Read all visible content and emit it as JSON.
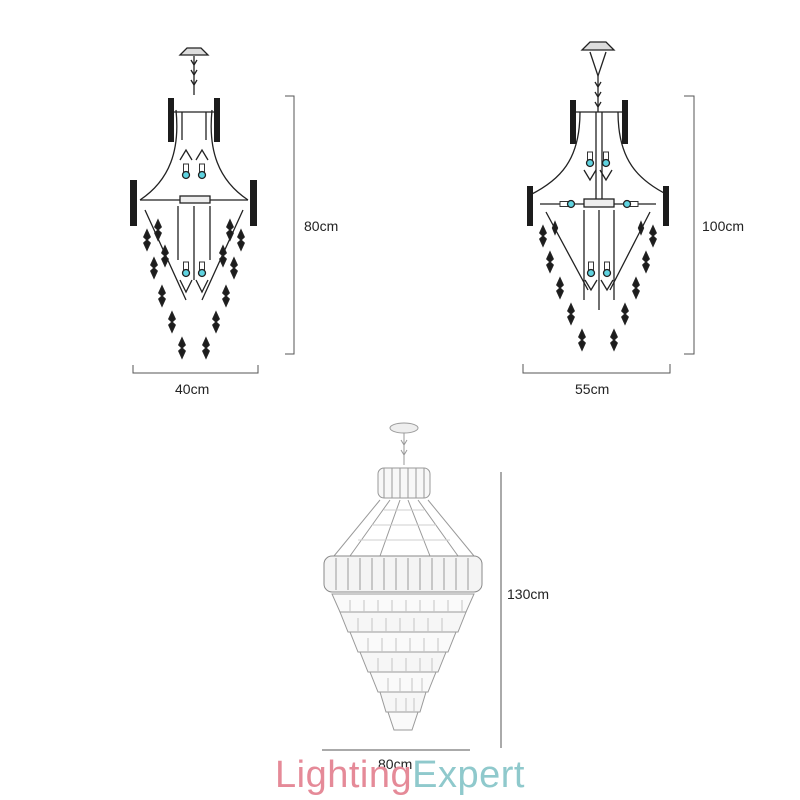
{
  "diagram": {
    "chandeliers": [
      {
        "width_label": "40cm",
        "height_label": "80cm"
      },
      {
        "width_label": "55cm",
        "height_label": "100cm"
      },
      {
        "width_label": "80cm",
        "height_label": "130cm"
      }
    ]
  },
  "brand": {
    "part1": "Lighting",
    "part2": "Expert"
  },
  "colors": {
    "bulb": "#5fd3e0",
    "ink": "#222222",
    "dim_line": "#555555",
    "brand_pink": "#e58a98",
    "brand_teal": "#8fc9cc"
  }
}
